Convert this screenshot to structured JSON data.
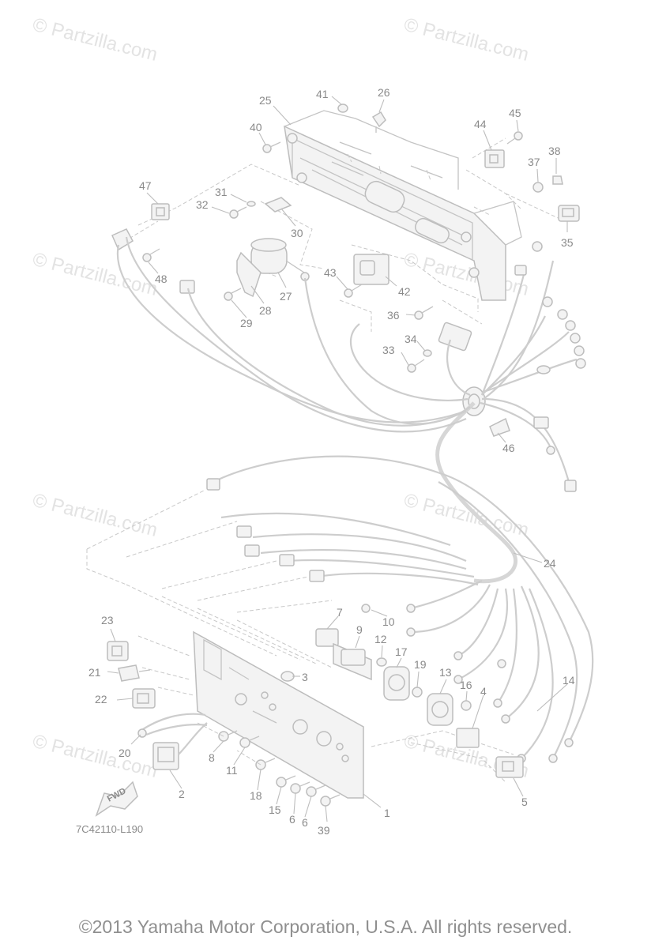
{
  "watermarks": [
    "© Partzilla.com",
    "© Partzilla.com",
    "© Partzilla.com",
    "© Partzilla.com",
    "© Partzilla.com",
    "© Partzilla.com",
    "© Partzilla.com",
    "© Partzilla.com"
  ],
  "callouts": [
    "1",
    "2",
    "3",
    "4",
    "5",
    "6",
    "6",
    "7",
    "8",
    "9",
    "10",
    "11",
    "12",
    "13",
    "14",
    "15",
    "16",
    "17",
    "18",
    "19",
    "20",
    "21",
    "22",
    "23",
    "24",
    "25",
    "26",
    "27",
    "28",
    "29",
    "30",
    "31",
    "32",
    "33",
    "34",
    "35",
    "36",
    "37",
    "38",
    "39",
    "40",
    "41",
    "42",
    "43",
    "44",
    "45",
    "46",
    "47",
    "48"
  ],
  "fwd_label": "FWD",
  "diagram_code": "7C42110-L190",
  "copyright": "©2013  Yamaha Motor Corporation, U.S.A. All rights reserved."
}
